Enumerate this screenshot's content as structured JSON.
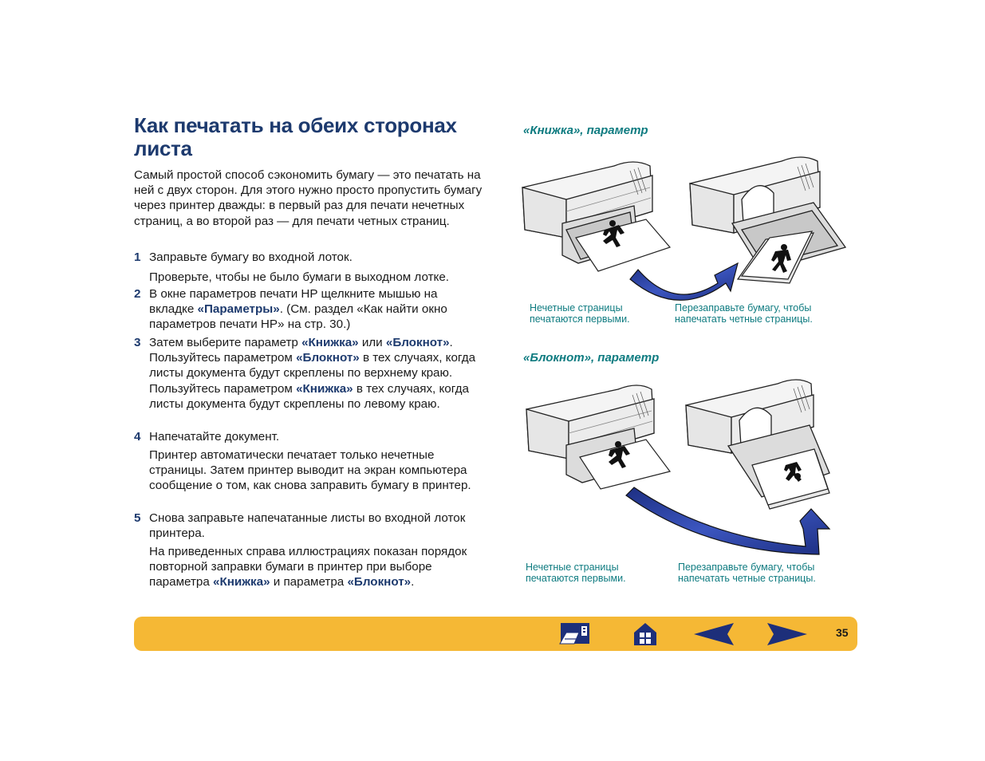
{
  "page": {
    "title": "Как печатать на обеих сторонах листа",
    "intro": "Самый простой способ сэкономить бумагу — это печатать на ней с двух сторон. Для этого нужно просто пропустить бумагу через принтер дважды: в первый раз для печати нечетных страниц, а во второй раз — для печати четных страниц.",
    "steps": [
      {
        "num": "1",
        "text": "Заправьте бумагу во входной лоток.",
        "note": "Проверьте, чтобы не было бумаги в выходном лотке."
      },
      {
        "num": "2",
        "t1": "В окне параметров печати HP щелкните мышью на вкладке ",
        "k1": "«Параметры»",
        "t2": ". (См. раздел «Как найти окно параметров печати HP» на стр. 30.)"
      },
      {
        "num": "3",
        "t1": "Затем выберите параметр ",
        "k1": "«Книжка»",
        "t2": " или ",
        "k2": "«Блокнот»",
        "t3": ". Пользуйтесь параметром ",
        "k3": "«Блокнот»",
        "t4": " в тех случаях, когда листы документа будут скреплены по верхнему краю. Пользуйтесь параметром ",
        "k4": "«Книжка»",
        "t5": " в тех случаях, когда листы документа будут скреплены по левому краю."
      },
      {
        "num": "4",
        "text": "Напечатайте документ.",
        "note": "Принтер автоматически печатает только нечетные страницы. Затем принтер выводит на экран компьютера сообщение о том, как снова заправить бумагу в принтер."
      },
      {
        "num": "5",
        "text": "Снова заправьте напечатанные листы во входной лоток принтера.",
        "n1": "На приведенных справа иллюстрациях показан порядок повторной заправки бумаги в принтер при выборе параметра ",
        "nk1": "«Книжка»",
        "n2": " и параметра ",
        "nk2": "«Блокнот»",
        "n3": "."
      }
    ]
  },
  "figures": {
    "book": {
      "heading": "«Книжка», параметр",
      "left_caption": [
        "Нечетные страницы",
        "печатаются первыми."
      ],
      "right_caption": [
        "Перезаправьте бумагу, чтобы",
        "напечатать четные страницы."
      ]
    },
    "notepad": {
      "heading": "«Блокнот», параметр",
      "left_caption": [
        "Нечетные страницы",
        "печатаются первыми."
      ],
      "right_caption": [
        "Перезаправьте бумагу, чтобы",
        "напечатать четные страницы."
      ]
    }
  },
  "footer": {
    "page_number": "35",
    "icons": [
      "printer-doc-icon",
      "home-icon",
      "previous-arrow-icon",
      "next-arrow-icon"
    ]
  },
  "colors": {
    "title": "#1d3a6e",
    "caption": "#0e7b80",
    "footer_bar": "#f5b835",
    "arrow": "#2b3f9a",
    "nav_arrow": "#1d2f7a"
  }
}
